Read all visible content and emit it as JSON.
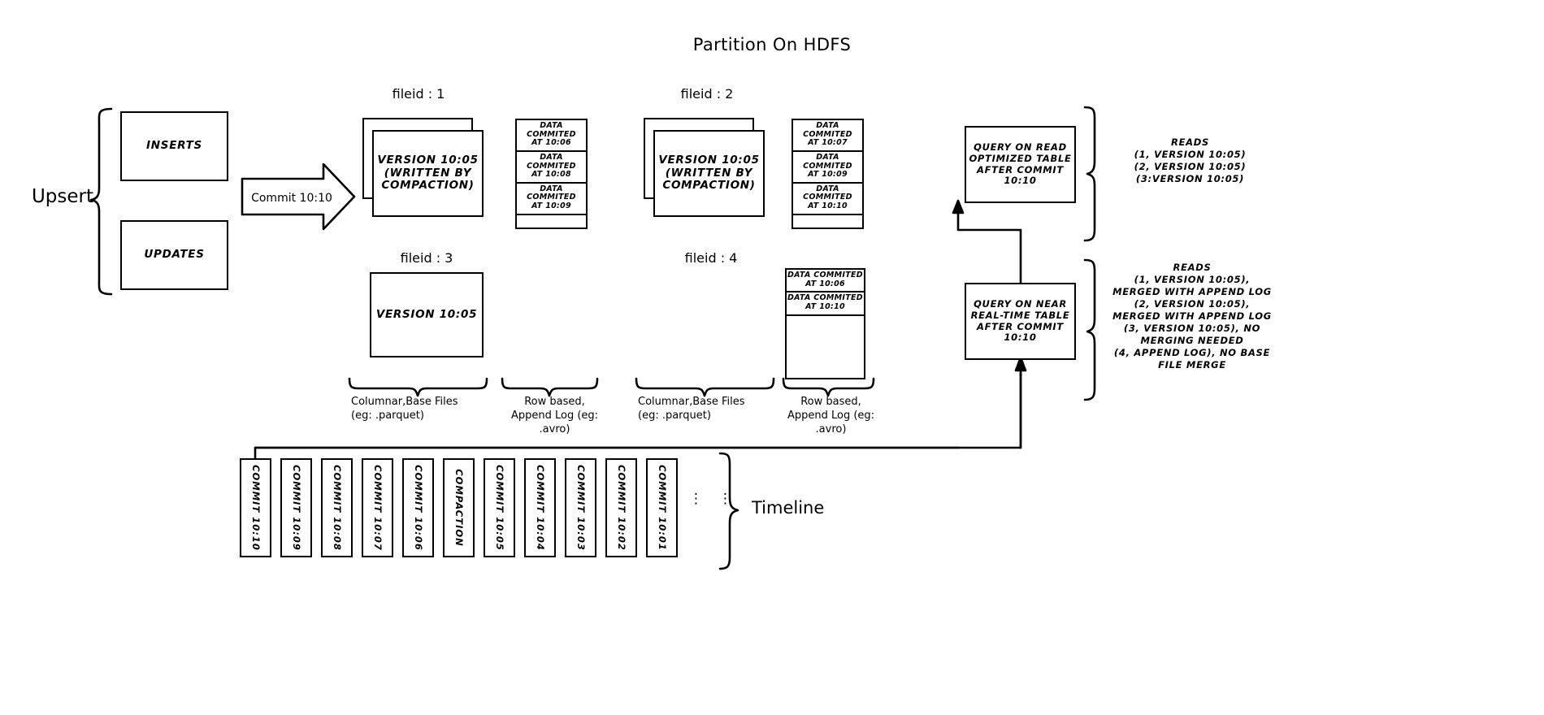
{
  "title": "Partition On HDFS",
  "upsert": {
    "label": "Upsert",
    "inserts": "INSERTS",
    "updates": "UPDATES"
  },
  "commit_arrow": {
    "label": "Commit 10:10"
  },
  "file_groups": [
    {
      "id": "fileid-1",
      "label": "fileid : 1",
      "base_file": "VERSION 10:05\n(WRITTEN BY\nCOMPACTION)",
      "base_stacked": true,
      "log_entries": [
        "DATA COMMITED AT 10:06",
        "DATA COMMITED AT 10:08",
        "DATA COMMITED AT 10:09"
      ]
    },
    {
      "id": "fileid-2",
      "label": "fileid : 2",
      "base_file": "VERSION 10:05\n(WRITTEN BY\nCOMPACTION)",
      "base_stacked": true,
      "log_entries": [
        "DATA COMMITED AT 10:07",
        "DATA COMMITED AT 10:09",
        "DATA COMMITED AT 10:10"
      ]
    },
    {
      "id": "fileid-3",
      "label": "fileid : 3",
      "base_file": "VERSION 10:05",
      "base_stacked": false,
      "log_entries": []
    },
    {
      "id": "fileid-4",
      "label": "fileid : 4",
      "base_file": "",
      "base_stacked": false,
      "log_entries": [
        "DATA COMMITED AT 10:06",
        "DATA COMMITED AT 10:10"
      ]
    }
  ],
  "captions": {
    "columnar_1": "Columnar,Base Files\n(eg: .parquet)",
    "rowlog_1": "Row based,\nAppend Log  (eg:\n.avro)",
    "columnar_2": "Columnar,Base Files\n(eg: .parquet)",
    "rowlog_2": "Row based,\nAppend Log  (eg:\n.avro)"
  },
  "queries": {
    "read_optimized": {
      "box": "QUERY ON READ\nOPTIMIZED TABLE\nAFTER COMMIT\n10:10",
      "reads": "READS\n(1, VERSION 10:05)\n(2, VERSION 10:05)\n(3:VERSION 10:05)"
    },
    "near_real_time": {
      "box": "QUERY ON NEAR\nREAL-TIME TABLE\nAFTER COMMIT\n10:10",
      "reads": "READS\n(1, VERSION 10:05),\nMERGED WITH APPEND LOG\n(2, VERSION 10:05),\nMERGED WITH APPEND LOG\n(3, VERSION 10:05), NO\nMERGING NEEDED\n(4, APPEND LOG), NO BASE\nFILE MERGE"
    }
  },
  "timeline": {
    "label": "Timeline",
    "entries": [
      "COMMIT  10:10",
      "COMMIT  10:09",
      "COMMIT  10:08",
      "COMMIT  10:07",
      "COMMIT  10:06",
      "COMPACTION",
      "COMMIT  10:05",
      "COMMIT  10:04",
      "COMMIT  10:03",
      "COMMIT  10:02",
      "COMMIT  10:01"
    ],
    "ellipsis": "⋮"
  },
  "colors": {
    "stroke": "#000000",
    "background": "#ffffff"
  }
}
